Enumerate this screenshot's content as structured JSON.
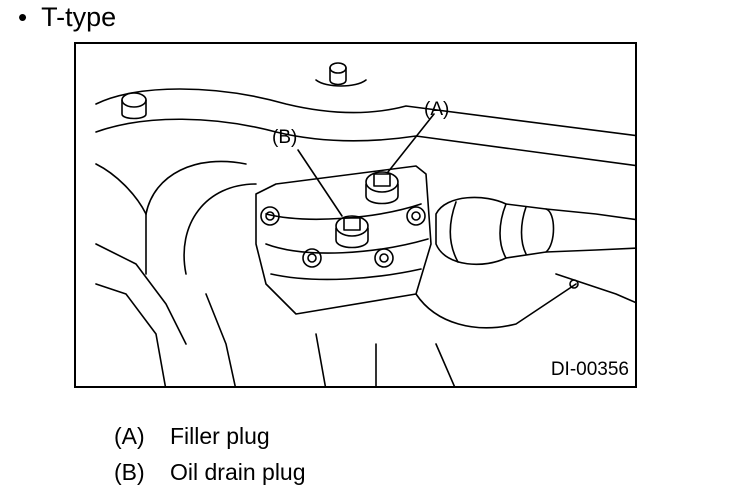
{
  "heading": {
    "bullet": "•",
    "text": "T-type"
  },
  "figure": {
    "callout_a": "(A)",
    "callout_b": "(B)",
    "figure_id": "DI-00356"
  },
  "legend": [
    {
      "key": "(A)",
      "label": "Filler plug"
    },
    {
      "key": "(B)",
      "label": "Oil drain plug"
    }
  ]
}
